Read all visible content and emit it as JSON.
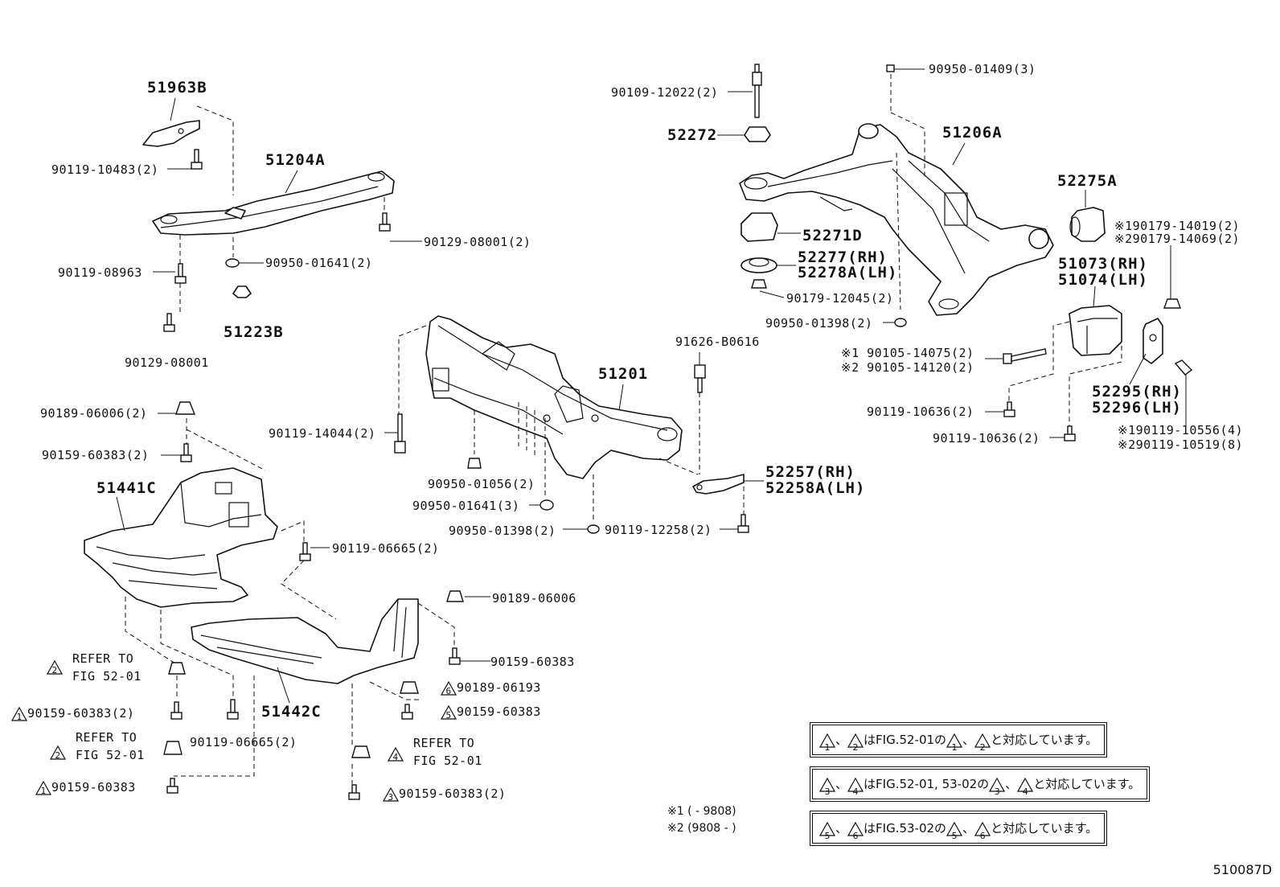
{
  "labels": {
    "l_51963B": "51963B",
    "l_90119_10483": "90119-10483(2)",
    "l_51204A": "51204A",
    "l_90129_08001a": "90129-08001(2)",
    "l_90119_08963": "90119-08963",
    "l_90950_01641a": "90950-01641(2)",
    "l_51223B": "51223B",
    "l_90129_08001b": "90129-08001",
    "l_90189_06006a": "90189-06006(2)",
    "l_90159_60383a": "90159-60383(2)",
    "l_51441C": "51441C",
    "l_90119_06665a": "90119-06665(2)",
    "l_90189_06006b": "90189-06006",
    "l_90159_60383b": "90159-60383",
    "l_90189_06193": "90189-06193",
    "l_90159_60383c": "90159-60383",
    "l_refer2a": "REFER TO",
    "l_fig2a": "FIG 52-01",
    "l_90159_60383d": "90159-60383(2)",
    "l_51442C": "51442C",
    "l_refer2b": "REFER TO",
    "l_fig2b": "FIG 52-01",
    "l_90119_06665b": "90119-06665(2)",
    "l_90159_60383e": "90159-60383",
    "l_refer4": "REFER TO",
    "l_fig4": "FIG 52-01",
    "l_90159_60383f": "90159-60383(2)",
    "l_90109_12022": "90109-12022(2)",
    "l_52272": "52272",
    "l_90950_01409": "90950-01409(3)",
    "l_51206A": "51206A",
    "l_52275A": "52275A",
    "l_s1_90179_14019": "※190179-14019(2)",
    "l_s2_90179_14069": "※290179-14069(2)",
    "l_52271D": "52271D",
    "l_52277": "52277(RH)",
    "l_52278A": "52278A(LH)",
    "l_90179_12045": "90179-12045(2)",
    "l_90950_01398a": "90950-01398(2)",
    "l_51073": "51073(RH)",
    "l_51074": "51074(LH)",
    "l_s1_90105_14075": "※1 90105-14075(2)",
    "l_s2_90105_14120": "※2 90105-14120(2)",
    "l_90119_10636a": "90119-10636(2)",
    "l_90119_10636b": "90119-10636(2)",
    "l_52295": "52295(RH)",
    "l_52296": "52296(LH)",
    "l_s1_90119_10556": "※190119-10556(4)",
    "l_s2_90119_10519": "※290119-10519(8)",
    "l_91626": "91626-B0616",
    "l_51201": "51201",
    "l_90119_14044": "90119-14044(2)",
    "l_90950_01056": "90950-01056(2)",
    "l_90950_01641b": "90950-01641(3)",
    "l_90950_01398b": "90950-01398(2)",
    "l_90119_12258": "90119-12258(2)",
    "l_52257": "52257(RH)",
    "l_52258A": "52258A(LH)"
  },
  "triangles": {
    "t_refer2a": "2",
    "t_90159a": "1",
    "t_refer2b": "2",
    "t_90159b": "1",
    "t_90189_06193": "6",
    "t_90159c": "5",
    "t_refer4": "4",
    "t_90159d": "3"
  },
  "notes": {
    "n1": {
      "a": "1",
      "b": "2",
      "c": "1",
      "d": "2",
      "mid": "はFIG.52-01の",
      "end": "と対応しています。",
      "sep": "、"
    },
    "n2": {
      "a": "3",
      "b": "4",
      "c": "3",
      "d": "4",
      "mid": "はFIG.52-01, 53-02の",
      "end": "と対応しています。",
      "sep": "、"
    },
    "n3": {
      "a": "5",
      "b": "6",
      "c": "5",
      "d": "6",
      "mid": "はFIG.53-02の",
      "end": "と対応しています。",
      "sep": "、"
    }
  },
  "footnotes": {
    "f1": "※1 (    - 9808)",
    "f2": "※2 (9808 -    )"
  },
  "figure_id": "510087D"
}
